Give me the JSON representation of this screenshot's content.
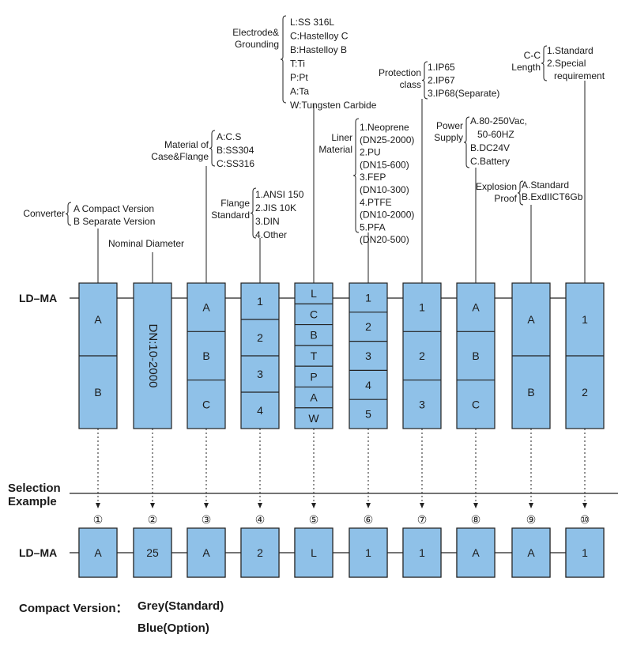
{
  "model_label": "LD–MA",
  "colors": {
    "box_fill": "#8fc1e8",
    "box_stroke": "#222222",
    "line": "#222222",
    "text": "#1a1a1a"
  },
  "columns": [
    {
      "id": "converter",
      "title_lines": [
        "Converter"
      ],
      "options": [
        "A Compact Version",
        "B Separate Version"
      ],
      "cells": [
        "A",
        "B"
      ],
      "circled": "①",
      "example": "A"
    },
    {
      "id": "diameter",
      "title_lines": [
        "Nominal Diameter"
      ],
      "options": [],
      "cells": [
        "DN:10-2000"
      ],
      "circled": "②",
      "example": "25"
    },
    {
      "id": "material",
      "title_lines": [
        "Material of",
        "Case&Flange"
      ],
      "options": [
        "A:C.S",
        "B:SS304",
        "C:SS316"
      ],
      "cells": [
        "A",
        "B",
        "C"
      ],
      "circled": "③",
      "example": "A"
    },
    {
      "id": "flange",
      "title_lines": [
        "Flange",
        "Standard"
      ],
      "options": [
        "1.ANSI 150",
        "2.JIS 10K",
        "3.DIN",
        "4.Other"
      ],
      "cells": [
        "1",
        "2",
        "3",
        "4"
      ],
      "circled": "④",
      "example": "2"
    },
    {
      "id": "electrode",
      "title_lines": [
        "Electrode&",
        "Grounding"
      ],
      "options": [
        "L:SS 316L",
        "C:Hastelloy C",
        "B:Hastelloy B",
        "T:Ti",
        "P:Pt",
        "A:Ta",
        "W:Tungsten Carbide"
      ],
      "cells": [
        "L",
        "C",
        "B",
        "T",
        "P",
        "A",
        "W"
      ],
      "circled": "⑤",
      "example": "L"
    },
    {
      "id": "liner",
      "title_lines": [
        "Liner",
        "Material"
      ],
      "options": [
        "1.Neoprene",
        "(DN25-2000)",
        "2.PU",
        "(DN15-600)",
        "3.FEP",
        "(DN10-300)",
        "4.PTFE",
        "(DN10-2000)",
        "5.PFA",
        "(DN20-500)"
      ],
      "cells": [
        "1",
        "2",
        "3",
        "4",
        "5"
      ],
      "circled": "⑥",
      "example": "1"
    },
    {
      "id": "protection",
      "title_lines": [
        "Protection",
        "class"
      ],
      "options": [
        "1.IP65",
        "2.IP67",
        "3.IP68(Separate)"
      ],
      "cells": [
        "1",
        "2",
        "3"
      ],
      "circled": "⑦",
      "example": "1"
    },
    {
      "id": "power",
      "title_lines": [
        "Power",
        "Supply"
      ],
      "options": [
        "A.80-250Vac,",
        "50-60HZ",
        "B.DC24V",
        "C.Battery"
      ],
      "cells": [
        "A",
        "B",
        "C"
      ],
      "circled": "⑧",
      "example": "A"
    },
    {
      "id": "explosion",
      "title_lines": [
        "Explosion",
        "Proof"
      ],
      "options": [
        "A.Standard",
        "B.ExdIICT6Gb"
      ],
      "cells": [
        "A",
        "B"
      ],
      "circled": "⑨",
      "example": "A"
    },
    {
      "id": "length",
      "title_lines": [
        "C-C",
        "Length"
      ],
      "options": [
        "1.Standard",
        "2.Special",
        "requirement"
      ],
      "cells": [
        "1",
        "2"
      ],
      "circled": "⑩",
      "example": "1"
    }
  ],
  "selection_example_lines": [
    "Selection",
    "Example"
  ],
  "footer": {
    "compact_version_label": "Compact Version：",
    "grey_standard": "Grey(Standard)",
    "blue_option": "Blue(Option)"
  }
}
